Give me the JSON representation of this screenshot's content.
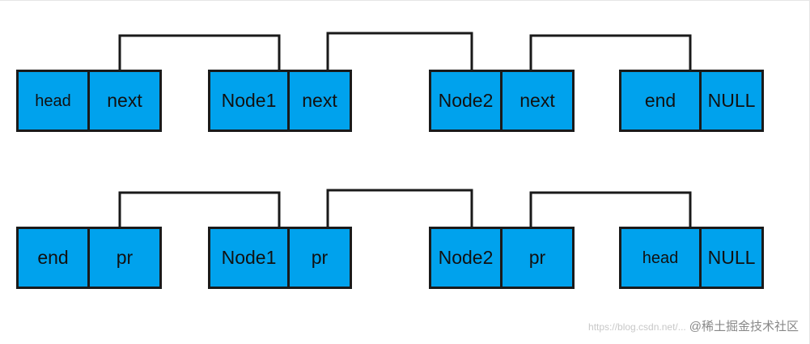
{
  "colors": {
    "node_fill": "#00a2ed",
    "border": "#1a1a1a",
    "line": "#1a1a1a"
  },
  "forward_list": {
    "nodes": [
      {
        "name": "head",
        "pointer": "next"
      },
      {
        "name": "Node1",
        "pointer": "next"
      },
      {
        "name": "Node2",
        "pointer": "next"
      },
      {
        "name": "end",
        "pointer": "NULL"
      }
    ]
  },
  "reverse_list": {
    "nodes": [
      {
        "name": "end",
        "pointer": "pr"
      },
      {
        "name": "Node1",
        "pointer": "pr"
      },
      {
        "name": "Node2",
        "pointer": "pr"
      },
      {
        "name": "head",
        "pointer": "NULL"
      }
    ]
  },
  "watermark": {
    "url": "https://blog.csdn.net/...",
    "brand": "@稀土掘金技术社区"
  }
}
